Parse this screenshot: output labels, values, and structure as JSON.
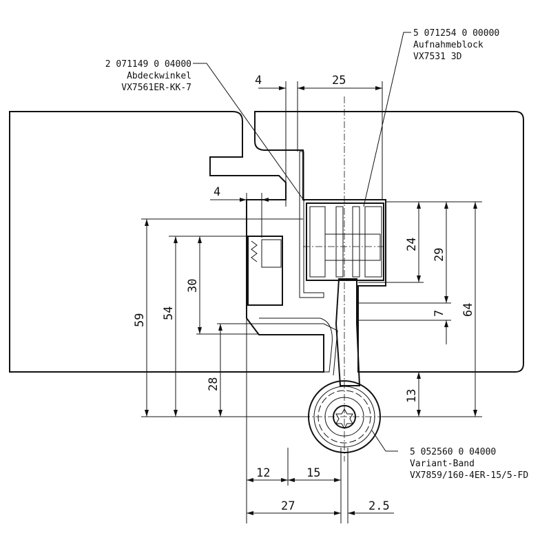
{
  "callouts": {
    "cover_angle": {
      "part_no": "2 071149 0 04000",
      "name": "Abdeckwinkel",
      "type": "VX7561ER-KK-7"
    },
    "mounting_block": {
      "part_no": "5 071254 0 00000",
      "name": "Aufnahmeblock",
      "type": "VX7531 3D"
    },
    "hinge": {
      "part_no": "5 052560 0 04000",
      "name": "Variant-Band",
      "type": "VX7859/160-4ER-15/5-FD"
    }
  },
  "dimensions": {
    "top_gap": "4",
    "top_depth": "25",
    "leaf_gap": "4",
    "block_24": "24",
    "block_29": "29",
    "block_64": "64",
    "block_7": "7",
    "frame_13": "13",
    "leaf_59": "59",
    "leaf_54": "54",
    "leaf_30": "30",
    "leaf_28": "28",
    "bottom_12": "12",
    "bottom_15": "15",
    "bottom_27": "27",
    "bottom_2_5": "2.5"
  }
}
